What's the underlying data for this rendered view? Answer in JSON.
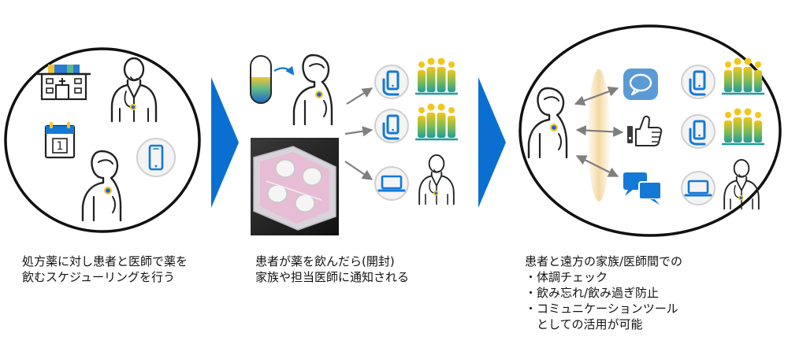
{
  "step1": {
    "caption_lines": [
      "処方薬に対し患者と医師で薬を",
      "飲むスケジューリングを行う"
    ],
    "calendar_day": "1"
  },
  "step2": {
    "caption_lines": [
      "患者が薬を飲んだら(開封)",
      "家族や担当医師に通知される"
    ]
  },
  "step3": {
    "caption_lines": [
      "患者と遠方の家族/医師間での",
      "・体調チェック",
      "・飲み忘れ/飲み過ぎ防止",
      "・コミュニケーションツール",
      "　としての活用が可能"
    ]
  },
  "colors": {
    "accent_blue": "#0a64c8",
    "arrow_blue": "#0b6fd1",
    "icon_blue": "#1479d6",
    "chat_blue": "#5b9bd5",
    "family_yellow": "#e8c21a",
    "family_teal": "#2aa39a",
    "halo": "#f6e2b4"
  },
  "icons": [
    "hospital-icon",
    "doctor-icon",
    "calendar-icon",
    "patient-icon",
    "smartphone-icon",
    "capsule-icon",
    "blister-pack-photo",
    "laptop-icon",
    "family-icon",
    "chat-bubble-icon",
    "thumbs-up-icon",
    "chat-bubbles-icon"
  ]
}
